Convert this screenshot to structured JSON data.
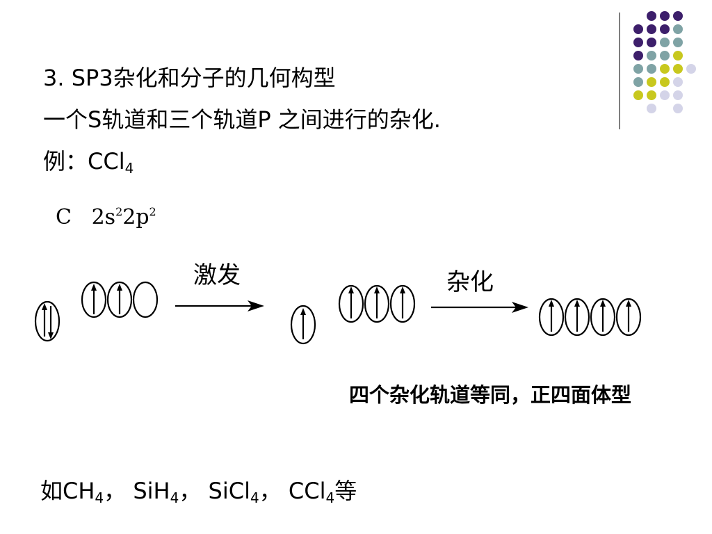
{
  "slide": {
    "title": {
      "number": "3.",
      "text": "SP3杂化和分子的几何构型"
    },
    "description": "一个S轨道和三个轨道P 之间进行的杂化.",
    "example": {
      "prefix": "例：",
      "formula": "CCl",
      "sub": "4"
    },
    "config": {
      "element": "C",
      "p1": "2s",
      "e1": "2",
      "p2": "2p",
      "e2": "2"
    },
    "arrow_labels": {
      "excite": "激发",
      "hybridize": "杂化"
    },
    "caption": "四个杂化轨道等同，正四面体型",
    "examples": [
      {
        "prefix": "如",
        "text": "CH",
        "sub": "4",
        "sep": "，"
      },
      {
        "prefix": "",
        "text": "SiH",
        "sub": "4",
        "sep": "，"
      },
      {
        "prefix": "",
        "text": "SiCl",
        "sub": "4",
        "sep": "，"
      },
      {
        "prefix": "",
        "text": "CCl",
        "sub": "4",
        "sep": "等"
      }
    ]
  },
  "theme": {
    "dot_colors": {
      "purple": "#3d1f6b",
      "teal": "#7fa3a5",
      "yellow": "#c8c81e",
      "lavender": "#d4d4e8"
    },
    "divider_color": "#555555"
  }
}
